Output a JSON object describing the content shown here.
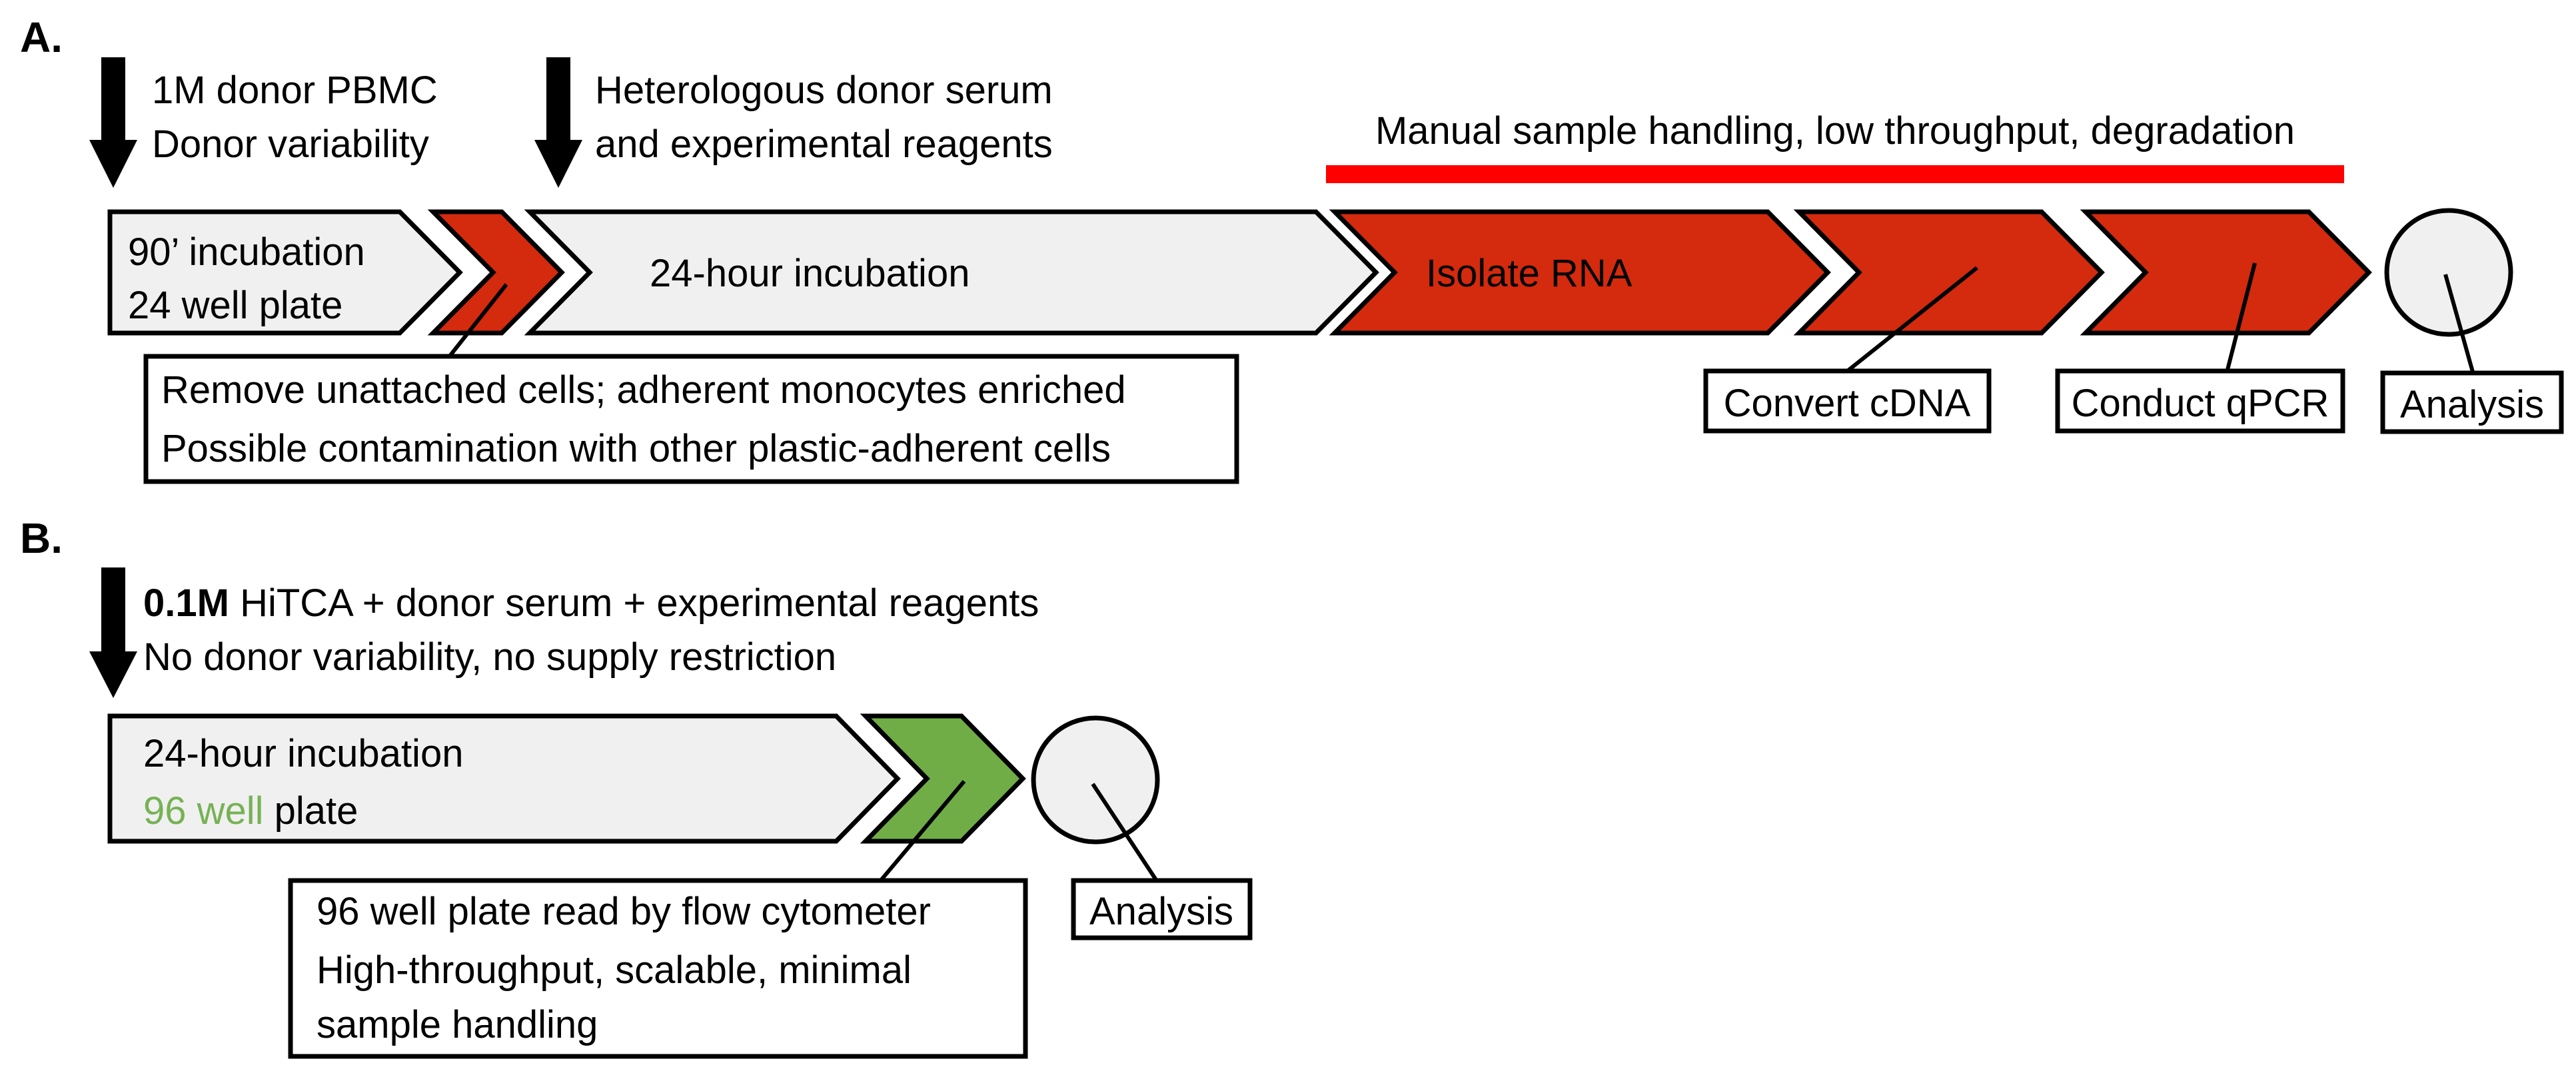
{
  "colors": {
    "red_fill": "#D42A0E",
    "red_text": "#FF0000",
    "green_fill": "#70AD47",
    "green_text": "#76B254",
    "gray_fill": "#F0F0F0",
    "white_text": "#FFFFFF",
    "black_text": "#000000"
  },
  "panel_a": {
    "label": "A.",
    "input1_line1": "1M donor PBMC",
    "input1_line2": "Donor variability",
    "input2_line1": "Heterologous donor serum",
    "input2_line2": "and experimental reagents",
    "warning": "Manual sample handling, low throughput, degradation",
    "step1_line1": "90’ incubation",
    "step1_line2": "24 well plate",
    "step2": "24-hour incubation",
    "step3": "Isolate RNA",
    "note_line1": "Remove unattached cells; adherent monocytes enriched",
    "note_line2": "Possible contamination with other plastic-adherent cells",
    "callout_cdna": "Convert cDNA",
    "callout_qpcr": "Conduct qPCR",
    "callout_analysis": "Analysis"
  },
  "panel_b": {
    "label": "B.",
    "input1_bold": "0.1M",
    "input1_rest": " HiTCA + donor serum + experimental reagents",
    "input1_line2": "No donor variability, no supply restriction",
    "step1_line1": "24-hour incubation",
    "step1_line2_green": "96 well",
    "step1_line2_rest": " plate",
    "note_line1": "96 well plate read by flow cytometer",
    "note_line2": "High-throughput, scalable, minimal",
    "note_line3": "sample handling",
    "callout_analysis": "Analysis"
  }
}
